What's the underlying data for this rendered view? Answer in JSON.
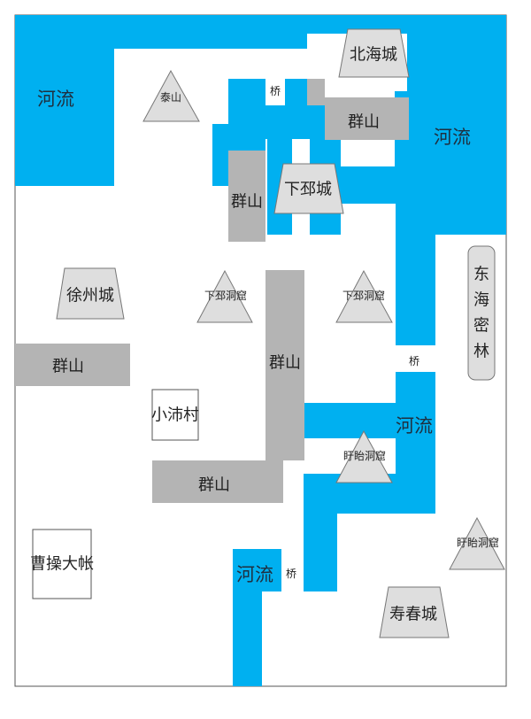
{
  "colors": {
    "river": "#00b0f0",
    "mountain": "#b4b4b4",
    "peak": "#dedede",
    "outline": "#888888",
    "border": "#555555"
  },
  "rivers": [
    "河流",
    "河流",
    "河流",
    "河流"
  ],
  "bridges": [
    "桥",
    "桥",
    "桥"
  ],
  "mountains": [
    "群山",
    "群山",
    "群山",
    "群山",
    "群山"
  ],
  "cities": [
    "北海城",
    "下邳城",
    "徐州城",
    "寿春城"
  ],
  "peaks": [
    "泰山",
    "下邳洞窟",
    "下邳洞窟",
    "盱眙洞窟",
    "盱眙洞窟"
  ],
  "places": {
    "village": "小沛村",
    "camp": "曹操大帐",
    "forest": "东海密林"
  }
}
